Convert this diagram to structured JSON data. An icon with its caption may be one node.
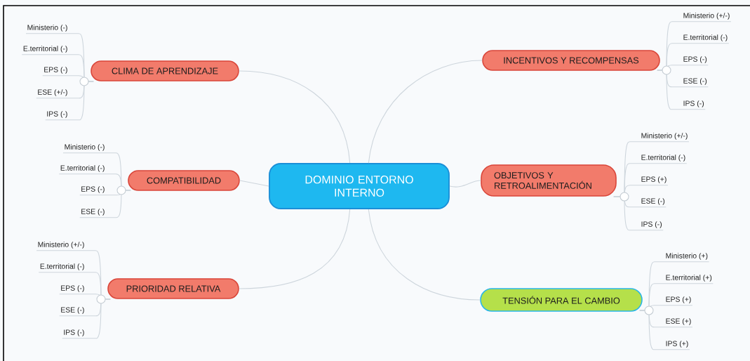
{
  "diagram": {
    "nodes": [
      {
        "text": [
          "DOMINIO ENTORNO INTERNO"
        ]
      },
      {
        "text": [
          "CLIMA DE APRENDIZAJE"
        ]
      },
      {
        "text": [
          "Ministerio (-)"
        ]
      },
      {
        "text": [
          "E.territorial (-)"
        ]
      },
      {
        "text": [
          "EPS (-)"
        ]
      },
      {
        "text": [
          "ESE (+/-)"
        ]
      },
      {
        "text": [
          "IPS (-)"
        ]
      },
      {
        "text": [
          "INCENTIVOS Y RECOMPENSAS"
        ]
      },
      {
        "text": [
          "Ministerio (+/-)"
        ]
      },
      {
        "text": [
          "E.territorial (-)"
        ]
      },
      {
        "text": [
          "EPS (-)"
        ]
      },
      {
        "text": [
          "ESE (-)"
        ]
      },
      {
        "text": [
          "IPS (-)"
        ]
      },
      {
        "text": [
          "COMPATIBILIDAD"
        ]
      },
      {
        "text": [
          "Ministerio (-)"
        ]
      },
      {
        "text": [
          "E.territorial (-)"
        ]
      },
      {
        "text": [
          "EPS (-)"
        ]
      },
      {
        "text": [
          "ESE (-)"
        ]
      },
      {
        "text": [
          "OBJETIVOS Y RETROALIMENTACIÓN"
        ]
      },
      {
        "text": [
          "Ministerio (+/-)"
        ]
      },
      {
        "text": [
          "E.territorial (-)"
        ]
      },
      {
        "text": [
          "EPS (+)"
        ]
      },
      {
        "text": [
          "ESE (-)"
        ]
      },
      {
        "text": [
          "IPS (-)"
        ]
      },
      {
        "text": [
          "PRIORIDAD RELATIVA"
        ]
      },
      {
        "text": [
          "Ministerio (+/-)"
        ]
      },
      {
        "text": [
          "E.territorial (-)"
        ]
      },
      {
        "text": [
          "EPS (-)"
        ]
      },
      {
        "text": [
          "ESE (-)"
        ]
      },
      {
        "text": [
          "IPS (-)"
        ]
      },
      {
        "text": [
          "TENSIÓN PARA EL CAMBIO"
        ]
      },
      {
        "text": [
          "Ministerio (+)"
        ]
      },
      {
        "text": [
          "E.territorial (+)"
        ]
      },
      {
        "text": [
          "EPS (+)"
        ]
      },
      {
        "text": [
          "ESE (+)"
        ]
      },
      {
        "text": [
          "IPS (+)"
        ]
      }
    ],
    "edges": [
      {
        "from": 0,
        "to": 1,
        "arrow": "none"
      },
      {
        "from": 0,
        "to": 7,
        "arrow": "none"
      },
      {
        "from": 0,
        "to": 13,
        "arrow": "none"
      },
      {
        "from": 0,
        "to": 18,
        "arrow": "none"
      },
      {
        "from": 0,
        "to": 24,
        "arrow": "none"
      },
      {
        "from": 0,
        "to": 30,
        "arrow": "none"
      },
      {
        "from": 1,
        "to": 2,
        "arrow": "none"
      },
      {
        "from": 1,
        "to": 3,
        "arrow": "none"
      },
      {
        "from": 1,
        "to": 4,
        "arrow": "none"
      },
      {
        "from": 1,
        "to": 5,
        "arrow": "none"
      },
      {
        "from": 1,
        "to": 6,
        "arrow": "none"
      },
      {
        "from": 7,
        "to": 8,
        "arrow": "none"
      },
      {
        "from": 7,
        "to": 9,
        "arrow": "none"
      },
      {
        "from": 7,
        "to": 10,
        "arrow": "none"
      },
      {
        "from": 7,
        "to": 11,
        "arrow": "none"
      },
      {
        "from": 7,
        "to": 12,
        "arrow": "none"
      },
      {
        "from": 13,
        "to": 14,
        "arrow": "none"
      },
      {
        "from": 13,
        "to": 15,
        "arrow": "none"
      },
      {
        "from": 13,
        "to": 16,
        "arrow": "none"
      },
      {
        "from": 13,
        "to": 17,
        "arrow": "none"
      },
      {
        "from": 18,
        "to": 19,
        "arrow": "none"
      },
      {
        "from": 18,
        "to": 20,
        "arrow": "none"
      },
      {
        "from": 18,
        "to": 21,
        "arrow": "none"
      },
      {
        "from": 18,
        "to": 22,
        "arrow": "none"
      },
      {
        "from": 18,
        "to": 23,
        "arrow": "none"
      },
      {
        "from": 24,
        "to": 25,
        "arrow": "none"
      },
      {
        "from": 24,
        "to": 26,
        "arrow": "none"
      },
      {
        "from": 24,
        "to": 27,
        "arrow": "none"
      },
      {
        "from": 24,
        "to": 28,
        "arrow": "none"
      },
      {
        "from": 24,
        "to": 29,
        "arrow": "none"
      },
      {
        "from": 30,
        "to": 31,
        "arrow": "none"
      },
      {
        "from": 30,
        "to": 32,
        "arrow": "none"
      },
      {
        "from": 30,
        "to": 33,
        "arrow": "none"
      },
      {
        "from": 30,
        "to": 34,
        "arrow": "none"
      },
      {
        "from": 30,
        "to": 35,
        "arrow": "none"
      }
    ]
  }
}
